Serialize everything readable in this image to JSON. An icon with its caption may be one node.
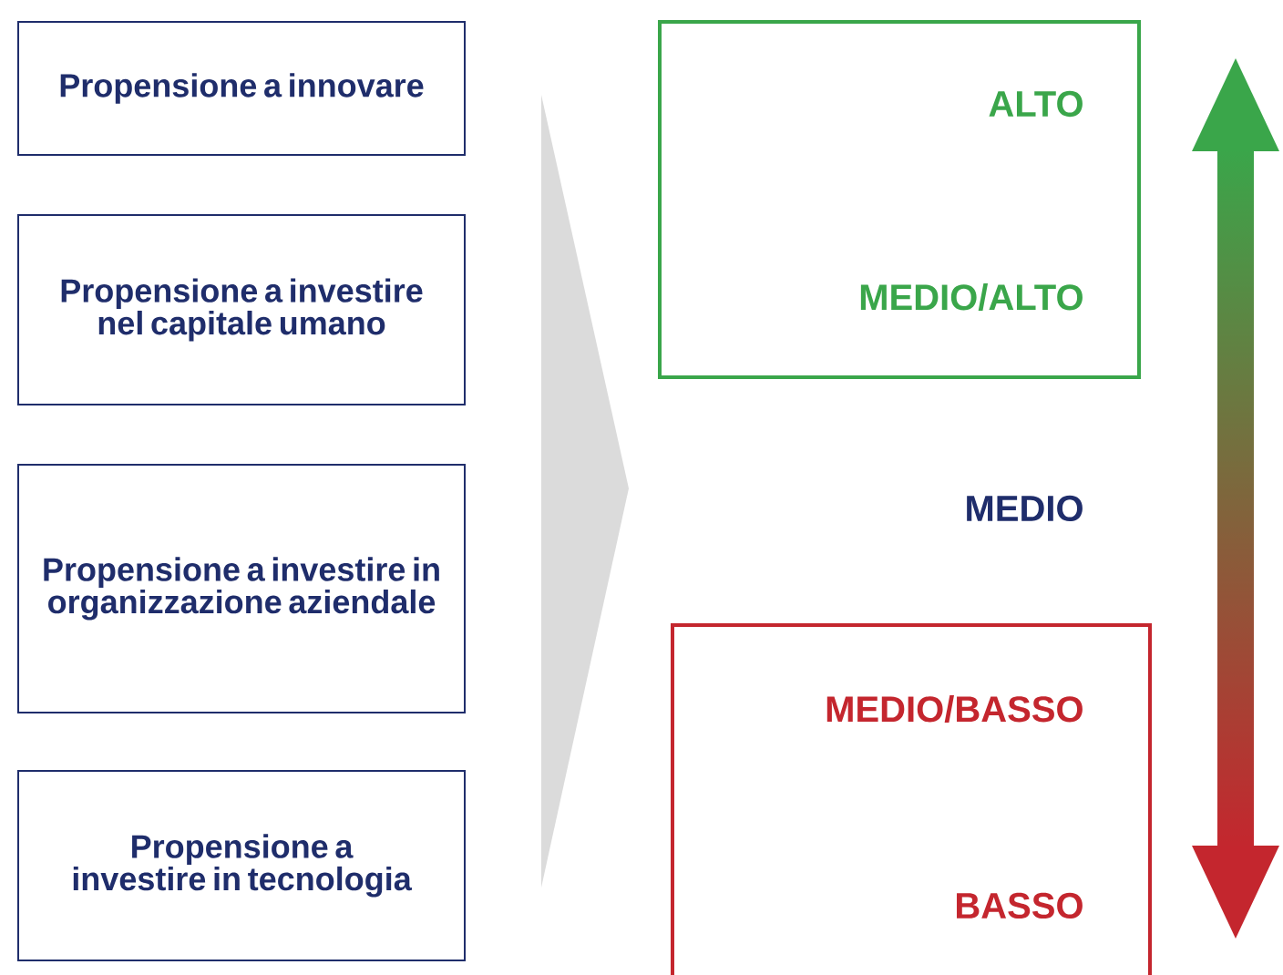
{
  "diagram": {
    "nodes": [
      {
        "text": [
          "Propensione a innovare"
        ]
      },
      {
        "text": [
          "Propensione a investire nel capitale umano"
        ]
      },
      {
        "text": [
          "Propensione a investire in organizzazione aziendale"
        ]
      },
      {
        "text": [
          "Propensione a investire in tecnologia"
        ]
      },
      {
        "text": [
          "ALTO",
          "MEDIO/ALTO"
        ]
      },
      {
        "text": [
          "MEDIO/BASSO",
          "BASSO"
        ]
      }
    ],
    "labels": [
      "MEDIO"
    ]
  }
}
